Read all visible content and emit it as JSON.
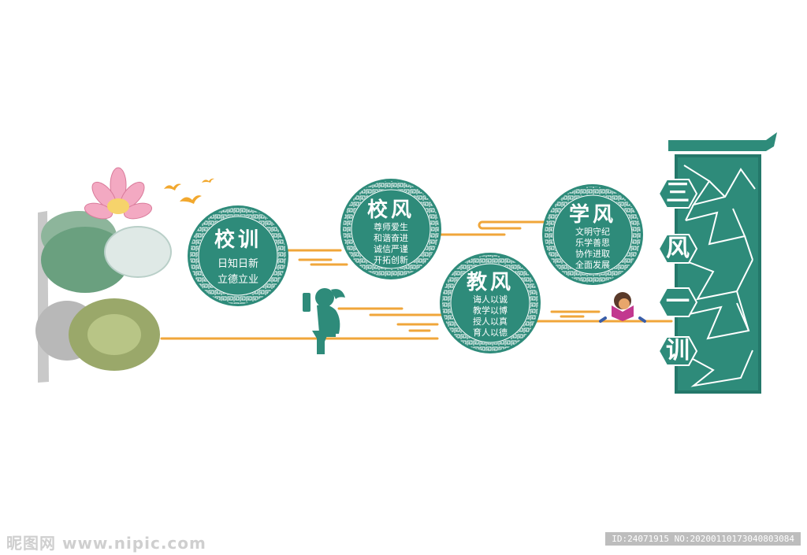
{
  "colors": {
    "teal": "#2e8b7a",
    "teal_dark": "#24786a",
    "orange_line": "#f0a63a",
    "bird_orange": "#f2a82e",
    "lotus_pink": "#f3a9c2",
    "leaf_green": "#6aa07f",
    "child_magenta": "#c2388f"
  },
  "circles": [
    {
      "title": "校训",
      "lines": [
        "日知日新",
        "立德立业"
      ]
    },
    {
      "title": "校风",
      "lines": [
        "尊师爱生",
        "和谐奋进",
        "诚信严谨",
        "开拓创新"
      ]
    },
    {
      "title": "教风",
      "lines": [
        "诲人以诚",
        "教学以博",
        "授人以真",
        "育人以德"
      ]
    },
    {
      "title": "学风",
      "lines": [
        "文明守纪",
        "乐学善思",
        "协作进取",
        "全面发展"
      ]
    }
  ],
  "panel": {
    "chars": [
      "三",
      "风",
      "一",
      "训"
    ]
  },
  "icons": {
    "birds": "birds-icon",
    "lotus": "lotus-icon",
    "reading_girl": "reading-girl-icon",
    "reading_child": "reading-child-icon",
    "lattice": "lattice-icon"
  },
  "watermark": {
    "left": "昵图网 www.nipic.com",
    "right": "ID:24071915 NO:20200110173040803084"
  }
}
